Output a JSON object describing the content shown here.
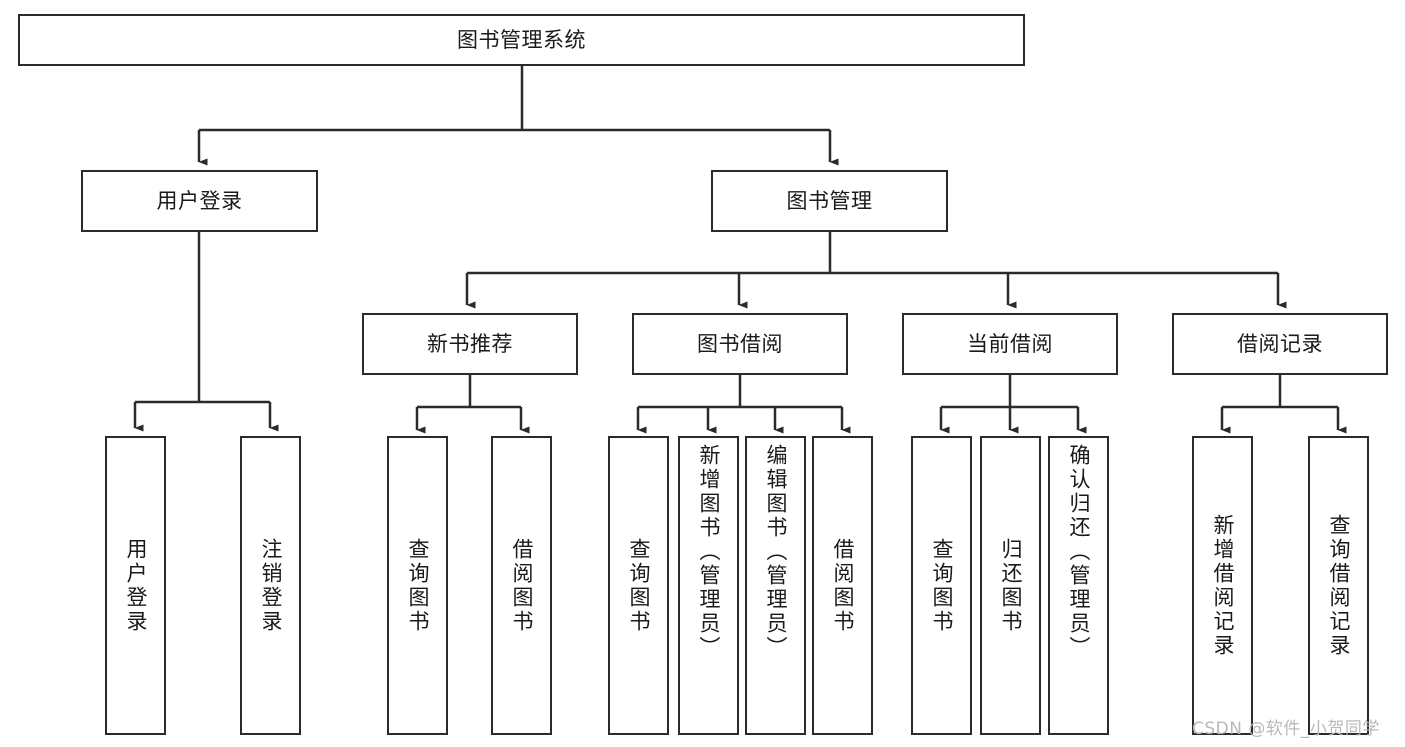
{
  "diagram": {
    "title": "图书管理系统",
    "watermark": "CSDN @软件_小贺同学",
    "accent_color": "#2b2b2b",
    "background_color": "#ffffff",
    "levels": {
      "level1": [
        {
          "id": "root",
          "label": "图书管理系统",
          "orientation": "horizontal"
        }
      ],
      "level2": [
        {
          "id": "user-login",
          "label": "用户登录",
          "orientation": "horizontal"
        },
        {
          "id": "book-manage",
          "label": "图书管理",
          "orientation": "horizontal"
        }
      ],
      "level3": [
        {
          "id": "new-book-recommend",
          "label": "新书推荐",
          "orientation": "horizontal",
          "parent": "book-manage"
        },
        {
          "id": "book-borrow",
          "label": "图书借阅",
          "orientation": "horizontal",
          "parent": "book-manage"
        },
        {
          "id": "current-borrow",
          "label": "当前借阅",
          "orientation": "horizontal",
          "parent": "book-manage"
        },
        {
          "id": "borrow-record",
          "label": "借阅记录",
          "orientation": "horizontal",
          "parent": "book-manage"
        }
      ],
      "level4": [
        {
          "id": "leaf-user-login",
          "label": "用户登录",
          "orientation": "vertical",
          "parent": "user-login",
          "align": "center"
        },
        {
          "id": "leaf-logout",
          "label": "注销登录",
          "orientation": "vertical",
          "parent": "user-login",
          "align": "center"
        },
        {
          "id": "leaf-query-book-1",
          "label": "查询图书",
          "orientation": "vertical",
          "parent": "new-book-recommend",
          "align": "center"
        },
        {
          "id": "leaf-borrow-book-1",
          "label": "借阅图书",
          "orientation": "vertical",
          "parent": "new-book-recommend",
          "align": "center"
        },
        {
          "id": "leaf-query-book-2",
          "label": "查询图书",
          "orientation": "vertical",
          "parent": "book-borrow",
          "align": "center"
        },
        {
          "id": "leaf-add-book",
          "label": "新增图书（管理员）",
          "orientation": "vertical",
          "parent": "book-borrow",
          "align": "top"
        },
        {
          "id": "leaf-edit-book",
          "label": "编辑图书（管理员）",
          "orientation": "vertical",
          "parent": "book-borrow",
          "align": "top"
        },
        {
          "id": "leaf-borrow-book-2",
          "label": "借阅图书",
          "orientation": "vertical",
          "parent": "book-borrow",
          "align": "center"
        },
        {
          "id": "leaf-query-book-3",
          "label": "查询图书",
          "orientation": "vertical",
          "parent": "current-borrow",
          "align": "center"
        },
        {
          "id": "leaf-return-book",
          "label": "归还图书",
          "orientation": "vertical",
          "parent": "current-borrow",
          "align": "center"
        },
        {
          "id": "leaf-confirm-return",
          "label": "确认归还（管理员）",
          "orientation": "vertical",
          "parent": "current-borrow",
          "align": "top"
        },
        {
          "id": "leaf-add-record",
          "label": "新增借阅记录",
          "orientation": "vertical",
          "parent": "borrow-record",
          "align": "center"
        },
        {
          "id": "leaf-query-record",
          "label": "查询借阅记录",
          "orientation": "vertical",
          "parent": "borrow-record",
          "align": "center"
        }
      ]
    }
  }
}
